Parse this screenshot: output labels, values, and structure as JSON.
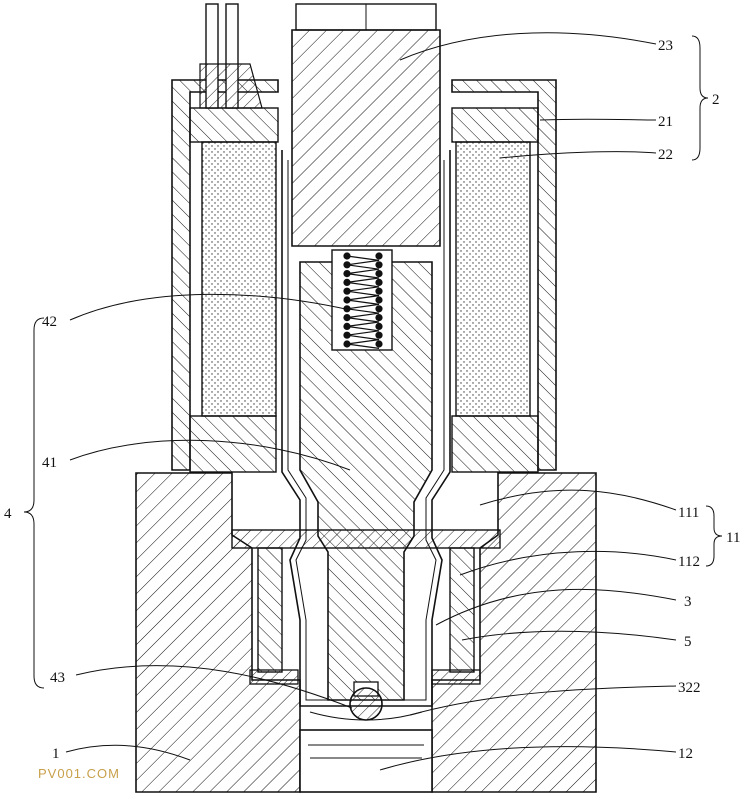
{
  "labels": {
    "l23": "23",
    "l2": "2",
    "l21": "21",
    "l22": "22",
    "l42": "42",
    "l4": "4",
    "l41": "41",
    "l111": "111",
    "l11": "11",
    "l112": "112",
    "l3": "3",
    "l5": "5",
    "l43": "43",
    "l322": "322",
    "l1": "1",
    "l12": "12"
  },
  "watermark": "PV001.COM",
  "colors": {
    "line": "#111111",
    "watermark": "#c8a04a"
  }
}
